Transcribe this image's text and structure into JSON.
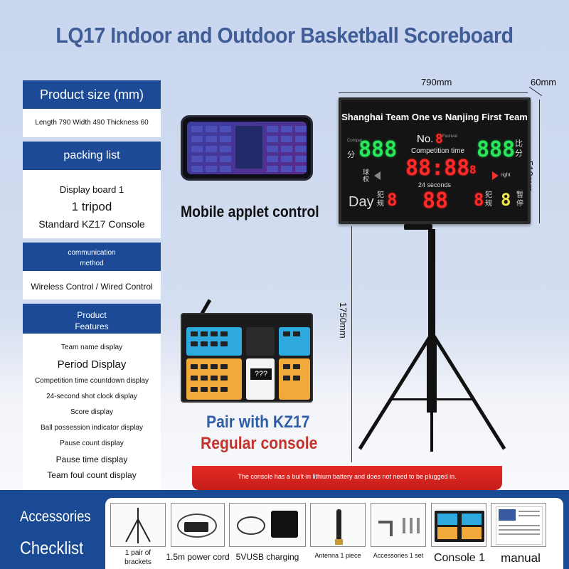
{
  "page": {
    "title": "LQ17 Indoor and Outdoor Basketball Scoreboard"
  },
  "specs": {
    "size_header": "Product size (mm)",
    "size_value": "Length 790 Width 490 Thickness 60",
    "packing_header": "packing list",
    "packing_items": [
      "Display board 1",
      "1 tripod",
      "Standard KZ17 Console"
    ],
    "comm_header_l1": "communication",
    "comm_header_l2": "method",
    "comm_value": "Wireless Control / Wired Control",
    "features_header_l1": "Product",
    "features_header_l2": "Features",
    "features": [
      "Team name display",
      "Period Display",
      "Competition time countdown display",
      "24-second shot clock display",
      "Score display",
      "Ball possession indicator display",
      "Pause count display",
      "Pause time display",
      "Team foul count display"
    ]
  },
  "scoreboard": {
    "teams": "Shanghai Team One vs Nanjing First Team",
    "score_left": "888",
    "score_right": "888",
    "left_label_score": "分",
    "left_label_small": "Compar",
    "right_label_score": "比分",
    "period_label": "No.",
    "period_value": "8",
    "period_small": "Festival",
    "competition_time_label": "Competition time",
    "time_value": "88:88",
    "time_tenth": "8",
    "possession_left": "球权",
    "possession_right_label": "right",
    "shot_clock_label": "24 seconds",
    "shot_clock_value": "88",
    "day_label": "Day",
    "foul_label_left": "犯规",
    "foul_left": "8",
    "foul_label_right": "犯规",
    "foul_right": "8",
    "pause_value": "8",
    "pause_label": "暂停"
  },
  "dimensions": {
    "width": "790mm",
    "thickness": "60mm",
    "height": "510mm",
    "stand": "1750mm"
  },
  "captions": {
    "mobile": "Mobile applet control",
    "console_l1": "Pair with KZ17",
    "console_l2": "Regular console",
    "console_center": "???"
  },
  "battery_note": "The console has a built-in lithium battery and does not need to be plugged in.",
  "accessories": {
    "title_l1": "Accessories",
    "title_l2": "Checklist",
    "items": [
      {
        "label": "1 pair of brackets",
        "icon": "tripod-icon"
      },
      {
        "label": "1.5m power cord",
        "icon": "power-cord-icon"
      },
      {
        "label": "5VUSB charging",
        "icon": "usb-charger-icon"
      },
      {
        "label": "Antenna 1 piece",
        "icon": "antenna-icon"
      },
      {
        "label": "Accessories 1 set",
        "icon": "hardware-set-icon"
      },
      {
        "label": "Console 1",
        "icon": "console-icon"
      },
      {
        "label": "manual",
        "icon": "manual-icon"
      }
    ]
  },
  "colors": {
    "brand_blue": "#1c4a97",
    "title_blue": "#3f5d97",
    "alert_red": "#d6231f",
    "led_green": "#29e65a",
    "led_red": "#ff2a2a"
  }
}
